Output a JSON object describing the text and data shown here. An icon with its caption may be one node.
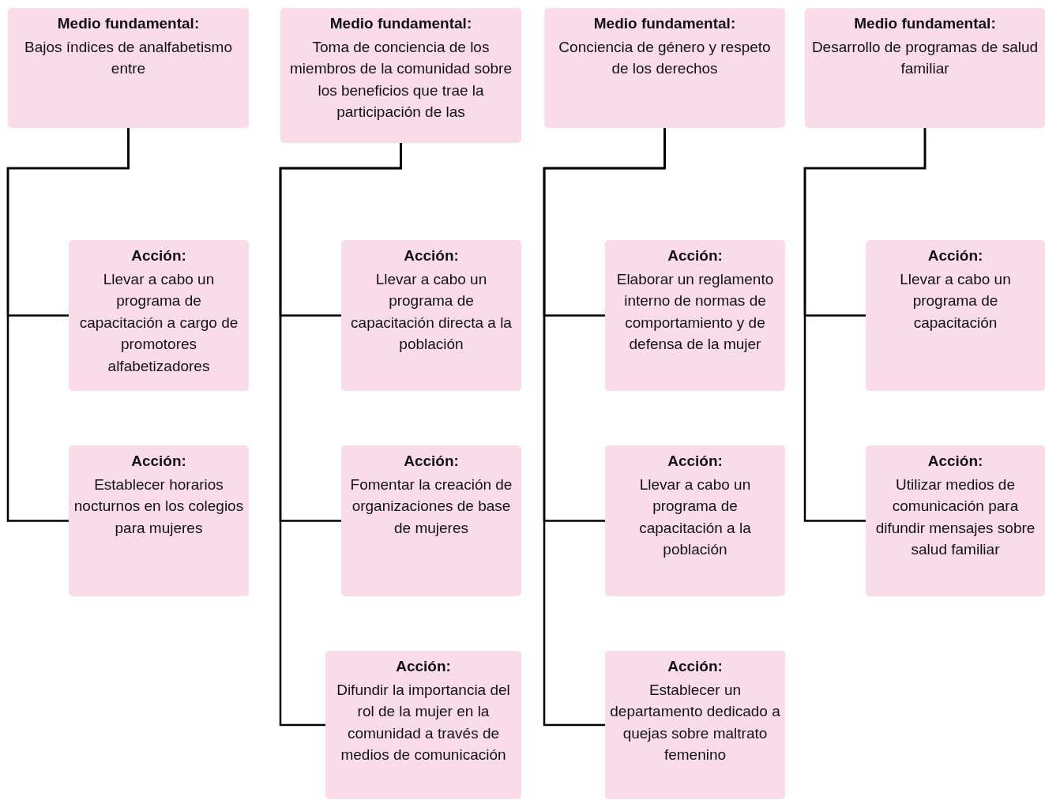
{
  "diagram": {
    "nodes": [
      {
        "text": [
          "Medio fundamental:",
          "Bajos índices de analfabetismo entre"
        ]
      },
      {
        "text": [
          "Acción:",
          "Llevar a cabo un programa de capacitación a cargo de promotores alfabetizadores"
        ]
      },
      {
        "text": [
          "Acción:",
          "Establecer horarios nocturnos en los colegios para mujeres"
        ]
      },
      {
        "text": [
          "Medio fundamental:",
          "Toma de conciencia de los miembros de la comunidad sobre los beneficios que trae la participación de las"
        ]
      },
      {
        "text": [
          "Acción:",
          "Llevar a cabo un programa de capacitación directa a la población"
        ]
      },
      {
        "text": [
          "Acción:",
          "Fomentar la creación de organizaciones de base de mujeres"
        ]
      },
      {
        "text": [
          "Acción:",
          "Difundir la importancia del rol de la mujer en la comunidad a través de medios de comunicación"
        ]
      },
      {
        "text": [
          "Medio fundamental:",
          "Conciencia de género y respeto de los derechos"
        ]
      },
      {
        "text": [
          "Acción:",
          "Elaborar un reglamento interno de normas de comportamiento  y de defensa de la mujer"
        ]
      },
      {
        "text": [
          "Acción:",
          "Llevar a cabo un programa de capacitación a la población"
        ]
      },
      {
        "text": [
          "Acción:",
          "Establecer un departamento dedicado a quejas sobre maltrato femenino"
        ]
      },
      {
        "text": [
          "Medio fundamental:",
          "Desarrollo de programas de salud familiar"
        ]
      },
      {
        "text": [
          "Acción:",
          "Llevar a cabo un programa de capacitación"
        ]
      },
      {
        "text": [
          "Acción:",
          "Utilizar medios de comunicación para difundir mensajes sobre salud familiar"
        ]
      }
    ],
    "edges": [
      {
        "from": 0,
        "to": 1,
        "arrow": "none"
      },
      {
        "from": 0,
        "to": 2,
        "arrow": "none"
      },
      {
        "from": 3,
        "to": 4,
        "arrow": "none"
      },
      {
        "from": 3,
        "to": 5,
        "arrow": "none"
      },
      {
        "from": 3,
        "to": 6,
        "arrow": "none"
      },
      {
        "from": 7,
        "to": 8,
        "arrow": "none"
      },
      {
        "from": 7,
        "to": 9,
        "arrow": "none"
      },
      {
        "from": 7,
        "to": 10,
        "arrow": "none"
      },
      {
        "from": 11,
        "to": 12,
        "arrow": "none"
      },
      {
        "from": 11,
        "to": 13,
        "arrow": "none"
      }
    ]
  }
}
